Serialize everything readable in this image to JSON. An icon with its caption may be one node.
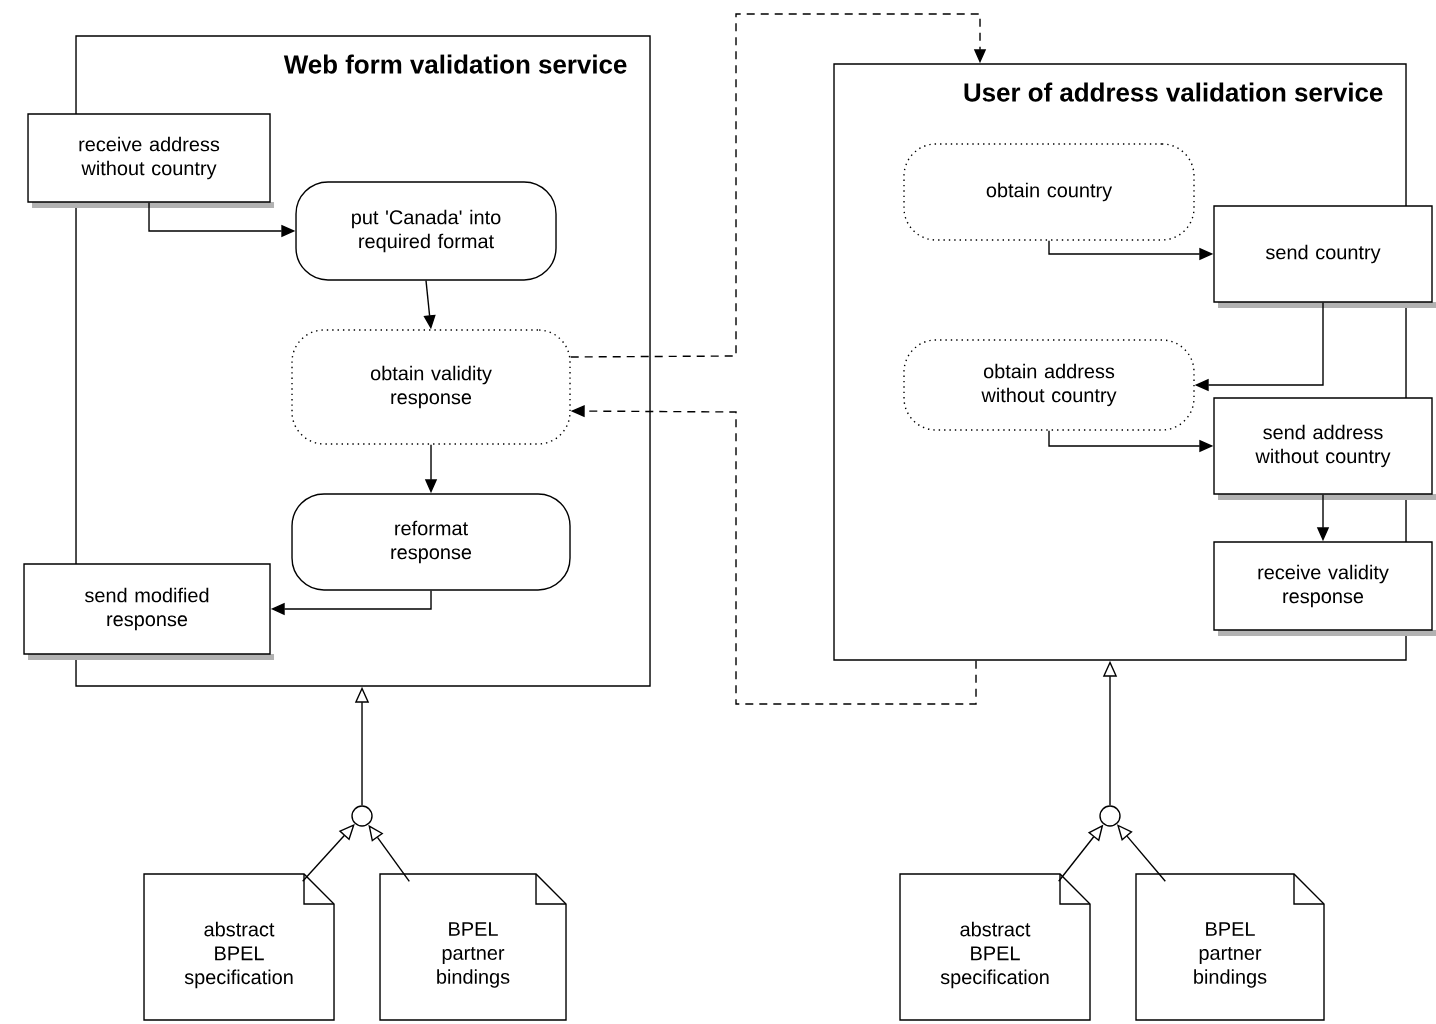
{
  "diagram": {
    "nodes": [
      {
        "text": [
          "Web form validation service"
        ]
      },
      {
        "text": [
          "receive address without country"
        ]
      },
      {
        "text": [
          "put 'Canada' into required format"
        ],
        "in": 0
      },
      {
        "text": [
          "obtain validity response"
        ],
        "in": 0
      },
      {
        "text": [
          "reformat response"
        ],
        "in": 0
      },
      {
        "text": [
          "send modified response"
        ]
      },
      {
        "text": [
          "User of address validation service"
        ]
      },
      {
        "text": [
          "obtain country"
        ],
        "in": 6
      },
      {
        "text": [
          "send country"
        ]
      },
      {
        "text": [
          "obtain address without country"
        ],
        "in": 6
      },
      {
        "text": [
          "send address without country"
        ]
      },
      {
        "text": [
          "receive validity response"
        ]
      },
      {
        "text": [],
        "shape": "circle"
      },
      {
        "text": [
          "abstract BPEL specification"
        ]
      },
      {
        "text": [
          "BPEL partner bindings"
        ]
      },
      {
        "text": [],
        "shape": "circle"
      },
      {
        "text": [
          "abstract BPEL specification"
        ]
      },
      {
        "text": [
          "BPEL partner bindings"
        ]
      }
    ],
    "edges": [
      {
        "from": 1,
        "to": 2,
        "arrow": "to"
      },
      {
        "from": 2,
        "to": 3,
        "arrow": "to"
      },
      {
        "from": 3,
        "to": 4,
        "arrow": "to"
      },
      {
        "from": 4,
        "to": 5,
        "arrow": "to"
      },
      {
        "from": 7,
        "to": 8,
        "arrow": "to"
      },
      {
        "from": 8,
        "to": 9,
        "arrow": "to"
      },
      {
        "from": 9,
        "to": 10,
        "arrow": "to"
      },
      {
        "from": 10,
        "to": 11,
        "arrow": "to"
      },
      {
        "from": 3,
        "to": 6,
        "arrow": "to",
        "style": "dashed"
      },
      {
        "from": 6,
        "to": 3,
        "arrow": "to",
        "style": "dashed"
      },
      {
        "from": 12,
        "to": 0,
        "arrow": "to"
      },
      {
        "from": 13,
        "to": 12,
        "arrow": "to"
      },
      {
        "from": 14,
        "to": 12,
        "arrow": "to"
      },
      {
        "from": 15,
        "to": 6,
        "arrow": "to"
      },
      {
        "from": 16,
        "to": 15,
        "arrow": "to"
      },
      {
        "from": 17,
        "to": 15,
        "arrow": "to"
      }
    ]
  }
}
